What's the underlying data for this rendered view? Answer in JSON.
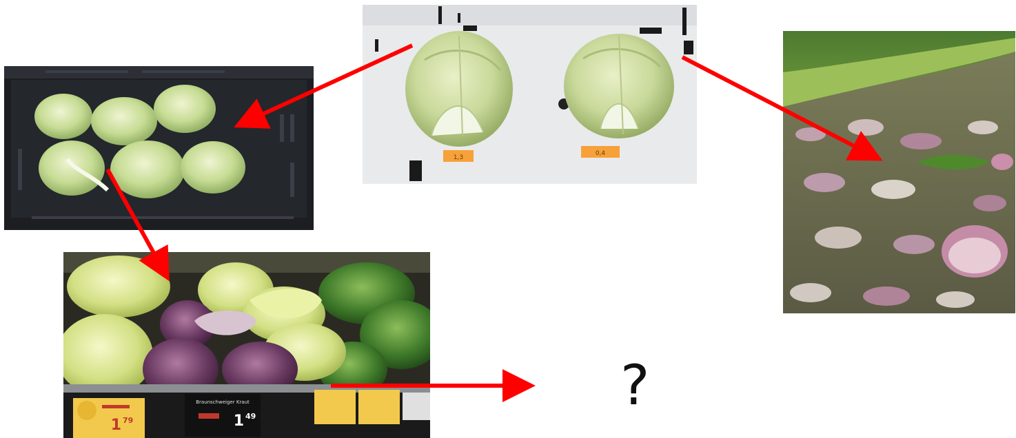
{
  "colors": {
    "arrow": "#ff0000",
    "price_tag": "#f7a13a",
    "shelf_sign": "#f2c94c"
  },
  "photos": {
    "sorting_table": {
      "tags": [
        "1,3",
        "0,4"
      ]
    },
    "shelf": {
      "price_left_main": "1",
      "price_left_decimal": "79",
      "sign_title": "Braunschweiger Kraut",
      "price_mid_main": "1",
      "price_mid_decimal": "49"
    }
  },
  "unknown_outcome": "?"
}
